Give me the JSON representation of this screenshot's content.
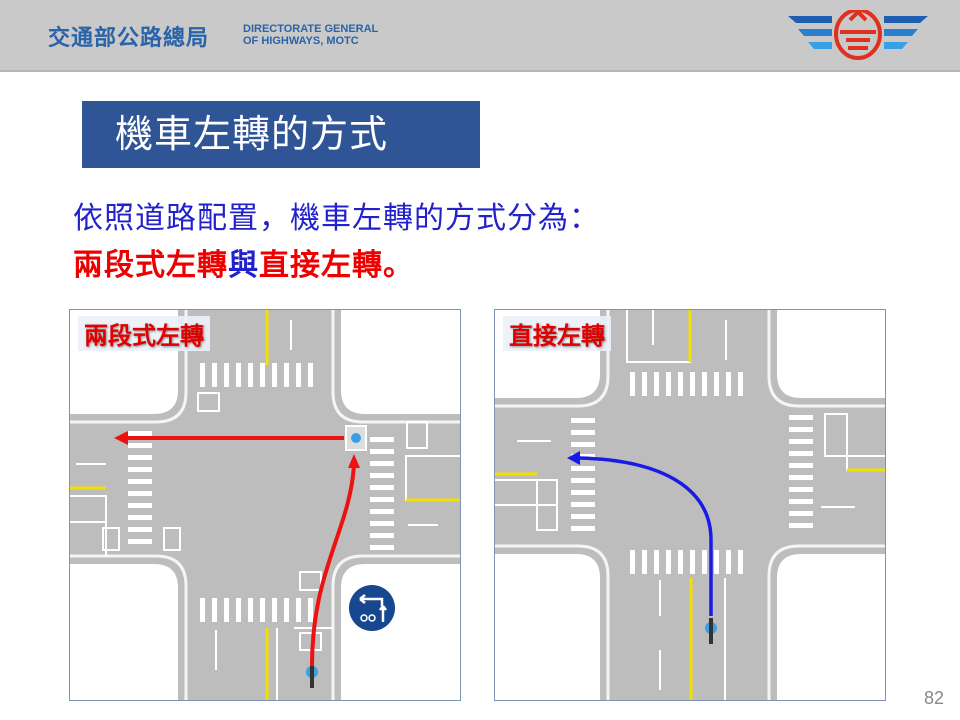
{
  "header": {
    "org_zh": "交通部公路總局",
    "org_en_line1": "DIRECTORATE GENERAL",
    "org_en_line2": "OF HIGHWAYS, MOTC",
    "logo_icon": "highway-bureau-logo"
  },
  "slide": {
    "title": "機車左轉的方式",
    "intro": "依照道路配置，機車左轉的方式分為：",
    "method1": "兩段式左轉",
    "connector": "與",
    "method2": "直接左轉",
    "end": "。",
    "page_number": "82"
  },
  "diagrams": [
    {
      "label": "兩段式左轉",
      "path_color": "#ee1111"
    },
    {
      "label": "直接左轉",
      "path_color": "#1a1ae6"
    }
  ]
}
